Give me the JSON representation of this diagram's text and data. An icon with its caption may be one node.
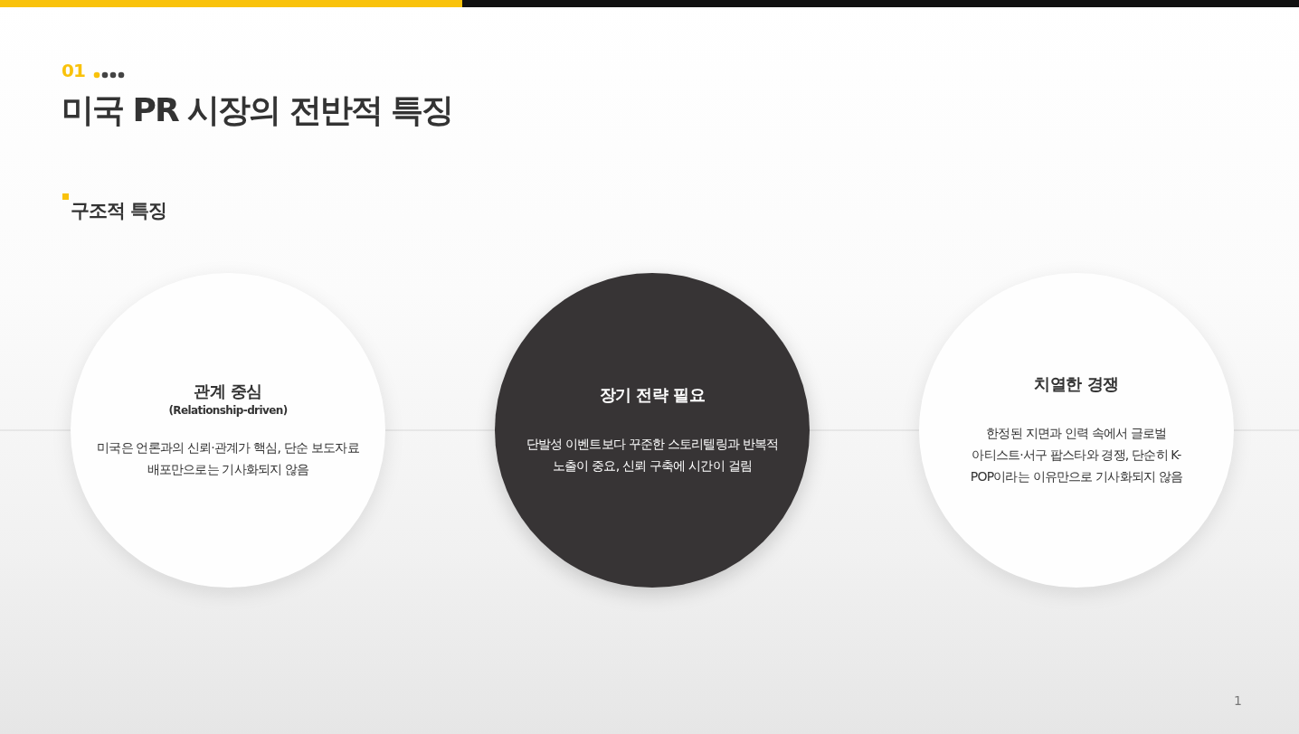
{
  "diagram": {
    "title": "미국 PR 시장의 전반적 특징",
    "nodes": [
      {
        "text": [
          "관계 중심",
          "(Relationship-driven)",
          "미국은 언론과의 신뢰·관계가 핵심, 단순 보도자료 배포만으로는 기사화되지 않음"
        ]
      },
      {
        "text": [
          "장기 전략 필요",
          "단발성 이벤트보다 꾸준한 스토리텔링과 반복적 노출이 중요, 신뢰 구축에 시간이 걸림"
        ]
      },
      {
        "text": [
          "치열한 경쟁",
          "한정된 지면과 인력 속에서 글로벌 아티스트·서구 팝스타와 경쟁, 단순히 K-POP이라는 이유만으로 기사화되지 않음"
        ]
      }
    ],
    "labels": [
      "01",
      "구조적 특징",
      "1"
    ]
  }
}
